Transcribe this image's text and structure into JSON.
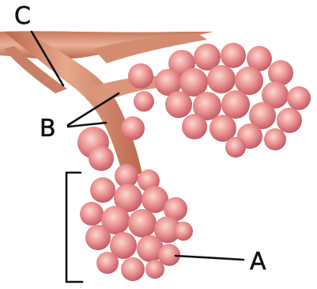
{
  "labels": {
    "a": "A",
    "b": "B",
    "c": "C"
  },
  "colors": {
    "vessel": "#d98f73",
    "vessel_dark": "#b8664b",
    "alveolus_rim": "#c9636b",
    "alveolus_fill": "#ea9595",
    "alveolus_highlight": "#f7d0cb",
    "ink": "#111111"
  }
}
